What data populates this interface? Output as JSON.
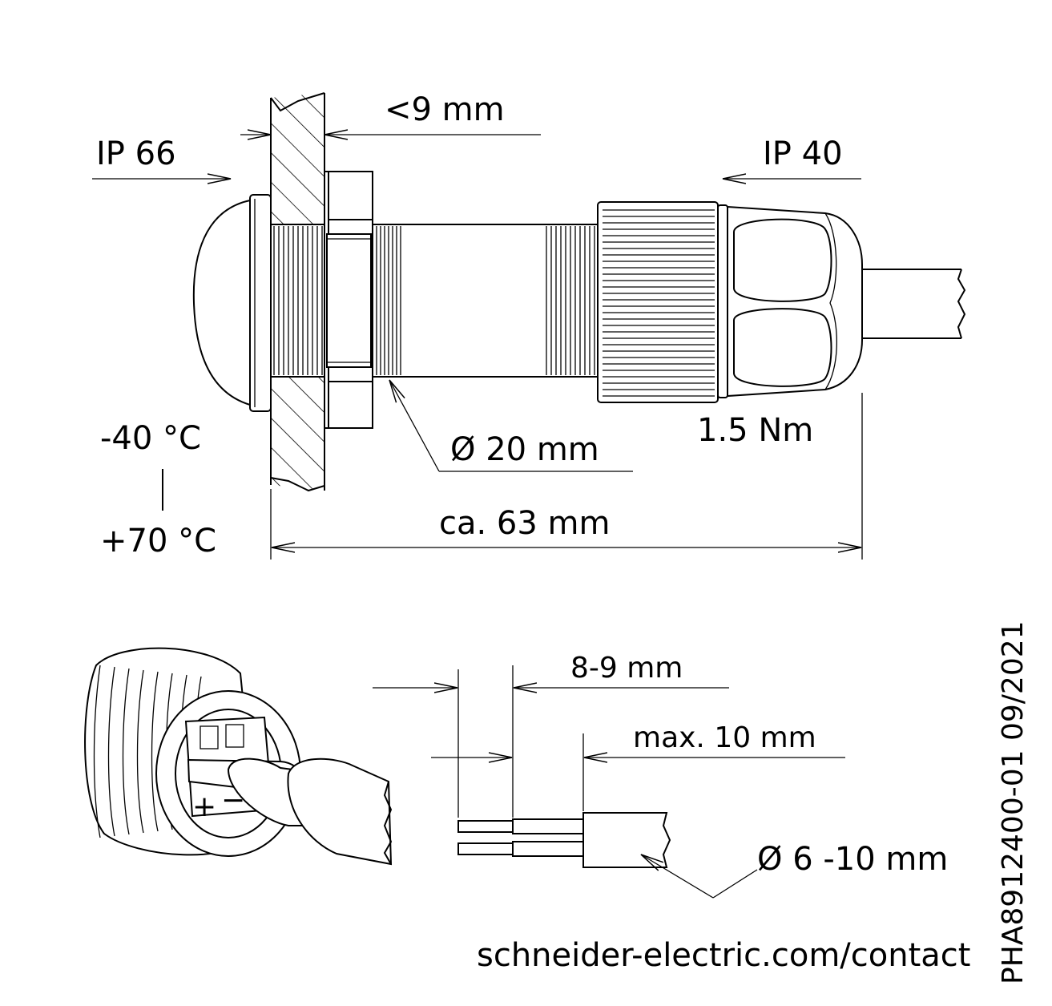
{
  "labels": {
    "ip66": "IP 66",
    "panel_thickness": "<9 mm",
    "ip40": "IP 40",
    "temp_min": "-40 °C",
    "temp_sep": "|",
    "temp_max": "+70 °C",
    "diameter": "Ø 20 mm",
    "torque": "1.5 Nm",
    "length": "ca. 63 mm",
    "strip_length": "8-9 mm",
    "sheath_length": "max. 10 mm",
    "cable_diameter": "Ø 6 -10 mm",
    "contact_url": "schneider-electric.com/contact",
    "doc_ref": "PHA8912400-01 09/2021",
    "terminal_plus": "+",
    "terminal_minus": "−"
  }
}
